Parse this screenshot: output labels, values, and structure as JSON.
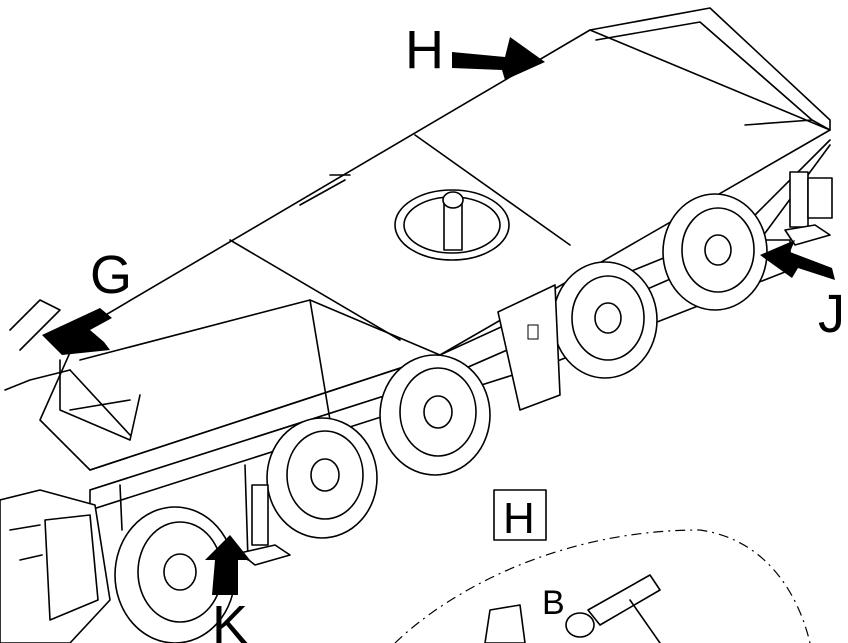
{
  "labels": {
    "g": "G",
    "h": "H",
    "j": "J",
    "k": "K",
    "b": "B",
    "detail_h": "H"
  }
}
